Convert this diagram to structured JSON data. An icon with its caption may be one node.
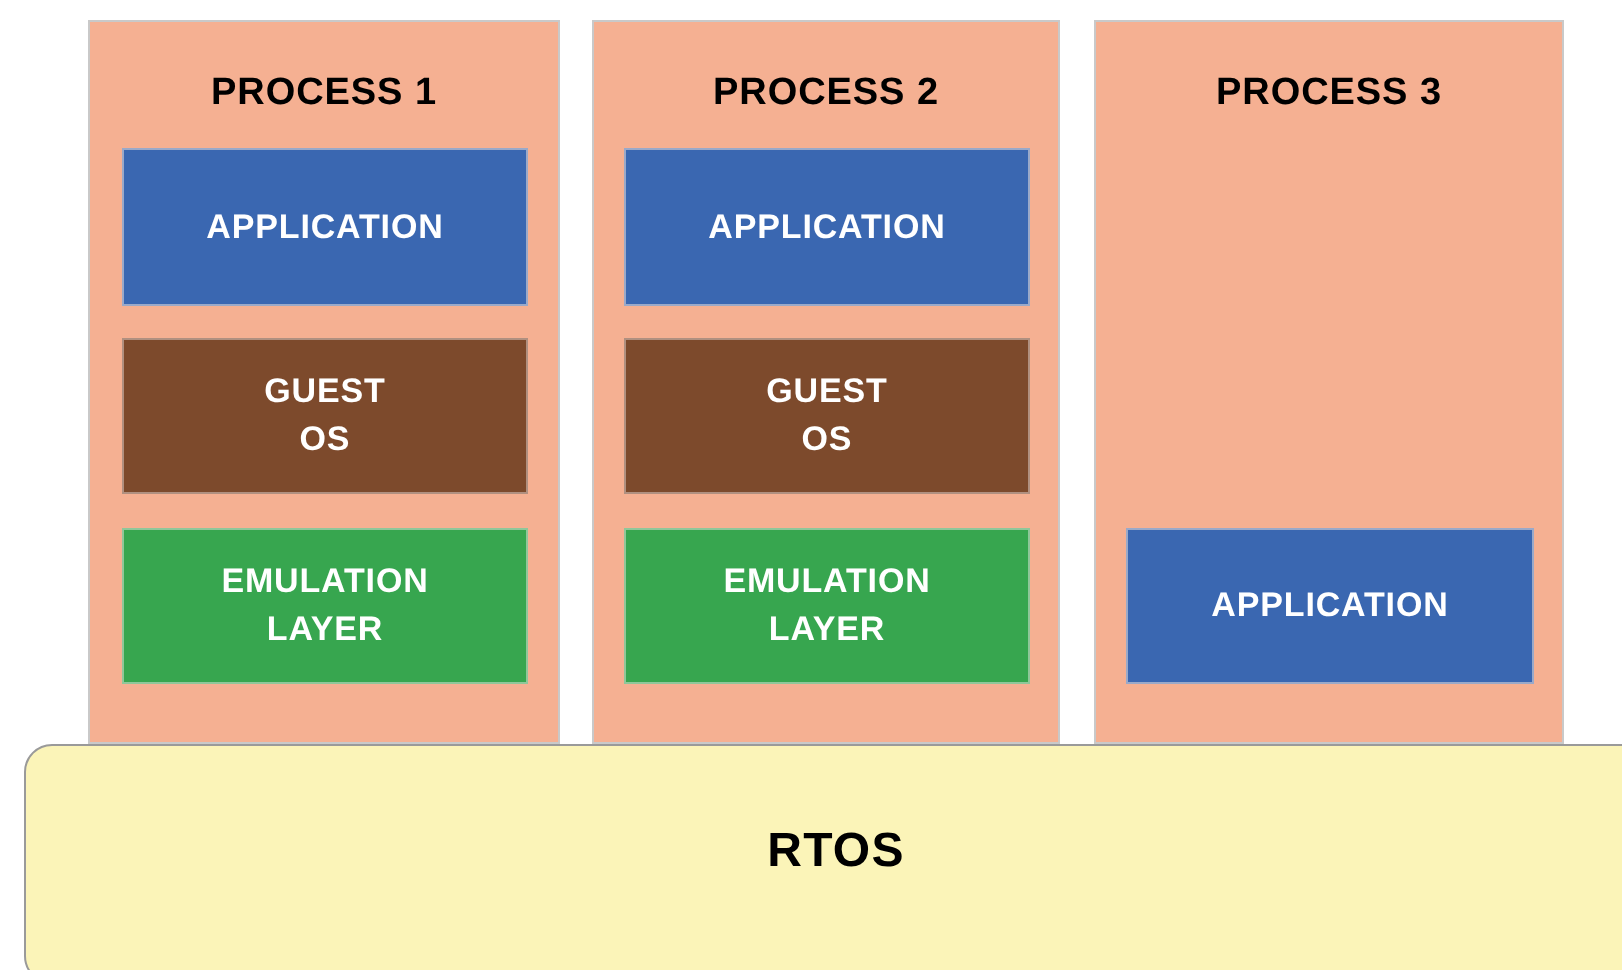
{
  "diagram": {
    "nodes": [
      {
        "text": [
          "PROCESS 1"
        ]
      },
      {
        "text": [
          "APPLICATION"
        ],
        "in": 0
      },
      {
        "text": [
          "GUEST OS"
        ],
        "in": 0
      },
      {
        "text": [
          "EMULATION LAYER"
        ],
        "in": 0
      },
      {
        "text": [
          "PROCESS 2"
        ]
      },
      {
        "text": [
          "APPLICATION"
        ],
        "in": 4
      },
      {
        "text": [
          "GUEST OS"
        ],
        "in": 4
      },
      {
        "text": [
          "EMULATION LAYER"
        ],
        "in": 4
      },
      {
        "text": [
          "PROCESS 3"
        ]
      },
      {
        "text": [
          "APPLICATION"
        ],
        "in": 8
      },
      {
        "text": [
          "RTOS"
        ]
      }
    ]
  }
}
